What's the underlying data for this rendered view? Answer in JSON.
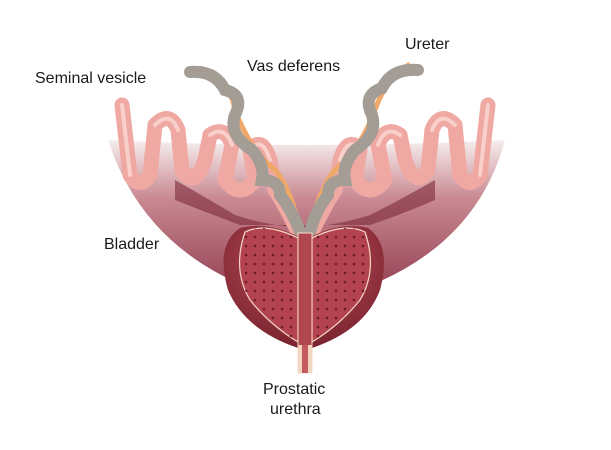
{
  "labels": {
    "seminal_vesicle": "Seminal vesicle",
    "vas_deferens": "Vas deferens",
    "ureter": "Ureter",
    "bladder": "Bladder",
    "prostatic_line1": "Prostatic",
    "prostatic_line2": "urethra"
  },
  "colors": {
    "bladder": "#8e3a4c",
    "vesicle": "#f2aaa4",
    "vas_deferens": "#a39d96",
    "ureter": "#f0a868",
    "prostate": "#8c2a36"
  }
}
